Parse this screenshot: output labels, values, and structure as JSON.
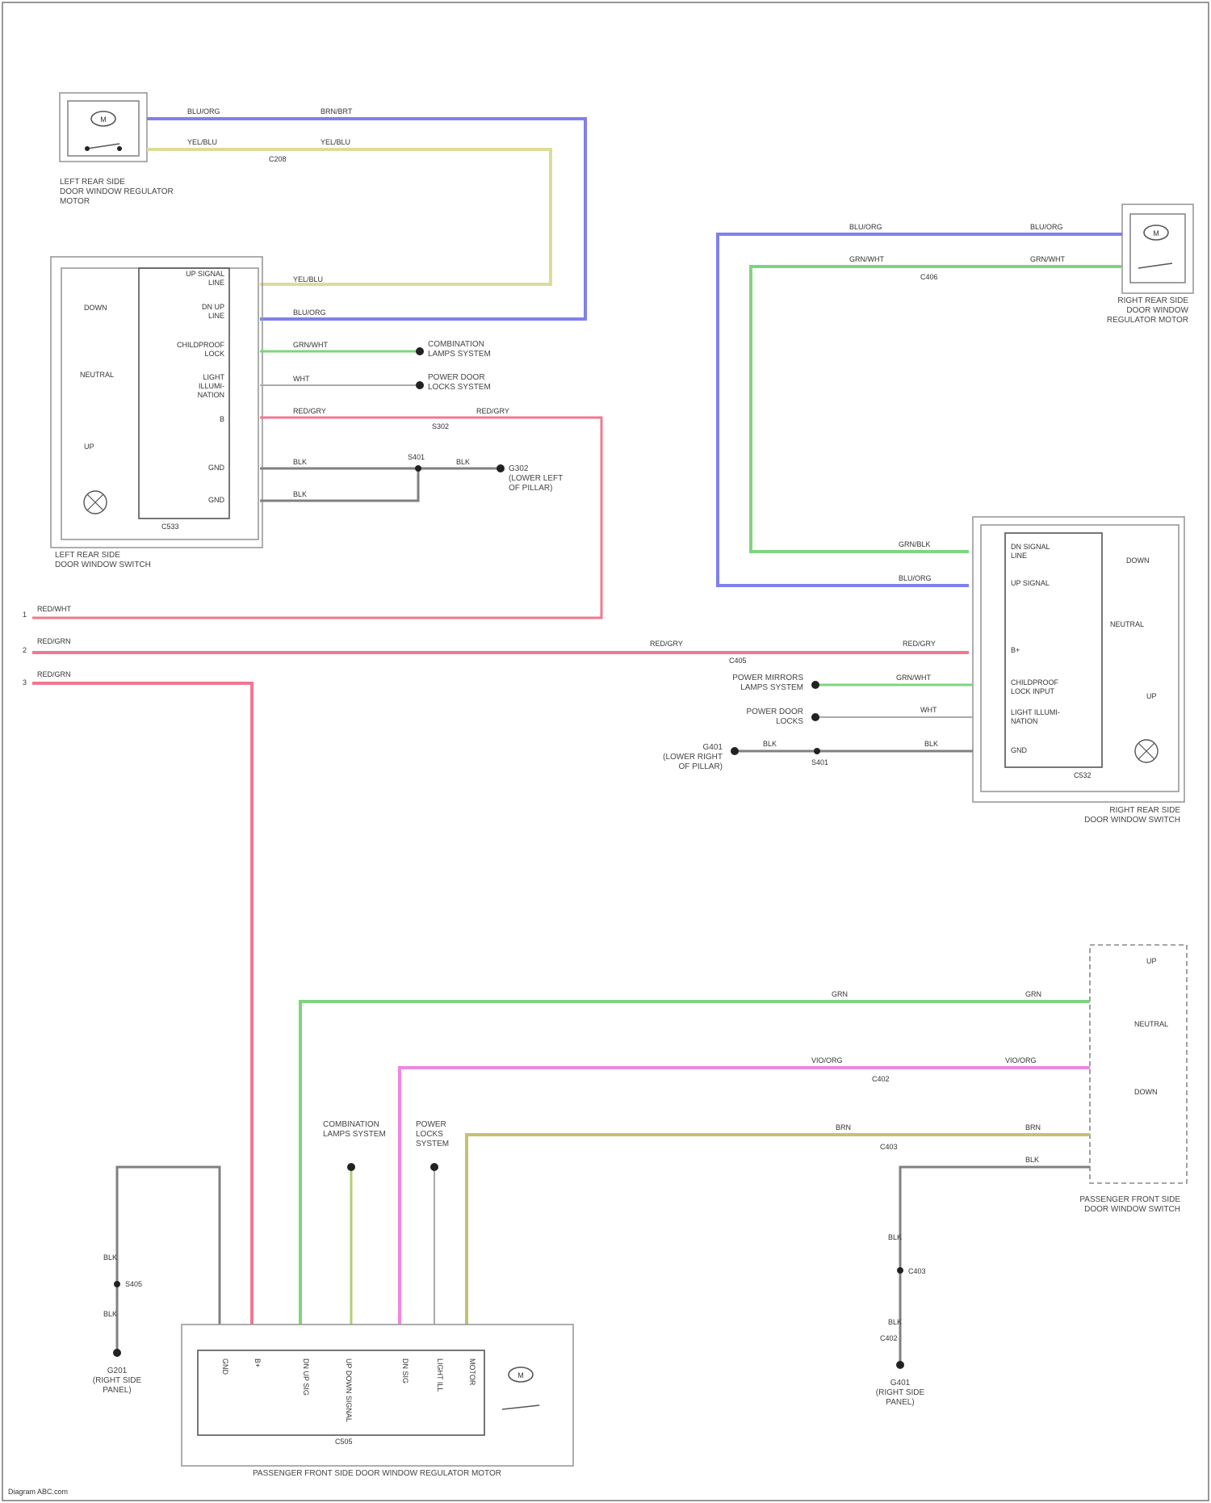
{
  "colors": {
    "blue": "#8080ee",
    "yellow": "#dcdc9a",
    "green": "#7fd47f",
    "red": "#f07890",
    "pink": "#ee88e0",
    "gray": "#808080",
    "olive": "#c8c070",
    "olive_green": "#b0d070",
    "white_wire": "#aaaaaa"
  },
  "components": {
    "lr_motor": {
      "name": "LEFT REAR SIDE\nDOOR WINDOW REGULATOR\nMOTOR"
    },
    "lr_switch": {
      "name": "LEFT REAR SIDE\nDOOR WINDOW SWITCH",
      "conn": "C533",
      "pins": [
        "UP SIGNAL\nLINE",
        "DN UP\nLINE",
        "CHILDPROOF\nLOCK",
        "LIGHT\nILLUMI-\nNATION",
        "B",
        "GND",
        "GND"
      ],
      "switch_labels": [
        "DOWN",
        "NEUTRAL",
        "UP"
      ]
    },
    "rr_motor": {
      "name": "RIGHT REAR SIDE\nDOOR WINDOW\nREGULATOR MOTOR"
    },
    "rr_switch": {
      "name": "RIGHT REAR SIDE\nDOOR WINDOW SWITCH",
      "conn": "C532",
      "pins": [
        "DN SIGNAL\nLINE",
        "UP SIGNAL",
        "B+",
        "CHILDPROOF\nLOCK INPUT",
        "LIGHT ILLUMI-\nNATION",
        "GND"
      ],
      "switch_labels": [
        "DOWN",
        "NEUTRAL",
        "UP"
      ]
    },
    "pf_switch": {
      "name": "PASSENGER FRONT SIDE\nDOOR WINDOW SWITCH",
      "switch_labels": [
        "UP",
        "NEUTRAL",
        "DOWN"
      ]
    },
    "pf_motor": {
      "name": "PASSENGER FRONT SIDE DOOR WINDOW REGULATOR MOTOR",
      "conn": "C505",
      "pins": [
        "GND",
        "B+",
        "DN UP SIG",
        "UP DOWN\nSIGNAL",
        "DN SIG",
        "LIGHT ILL",
        "MOTOR"
      ]
    }
  },
  "wires": {
    "lr_top1": "BLU/ORG",
    "lr_top1b": "BRN/BRT",
    "lr_top2": "YEL/BLU",
    "lr_top2b": "YEL/BLU",
    "lr_p1": "YEL/BLU",
    "lr_p2": "BLU/ORG",
    "lr_p3": "GRN/WHT",
    "lr_p4": "WHT",
    "lr_p5": "RED/GRY",
    "lr_p5b": "RED/GRY",
    "lr_p6": "BLK",
    "lr_p6b": "BLK",
    "lr_p7": "BLK",
    "rr_top1": "BLU/ORG",
    "rr_top1b": "BLU/ORG",
    "rr_top2": "GRN/WHT",
    "rr_top2b": "GRN/WHT",
    "rr_p1": "GRN/BLK",
    "rr_p2": "BLU/ORG",
    "rr_p3": "RED/GRY",
    "rr_p3b": "RED/GRY",
    "rr_p4": "GRN/WHT",
    "rr_p5": "WHT",
    "rr_p6": "BLK",
    "rr_p6b": "BLK",
    "left_w1": "RED/WHT",
    "left_w2": "RED/GRN",
    "left_w3": "RED/GRN",
    "pf_w1": "GRN",
    "pf_w1b": "GRN",
    "pf_w2": "VIO/ORG",
    "pf_w2b": "VIO/ORG",
    "pf_w3": "BRN",
    "pf_w3b": "BRN",
    "pf_w4": "BLK",
    "gnd_l_a": "BLK",
    "gnd_l_b": "BLK",
    "gnd_r_a": "BLK",
    "gnd_r_b": "BLK"
  },
  "refs": {
    "lr_ill": "COMBINATION\nLAMPS SYSTEM",
    "lr_lock": "POWER DOOR\nLOCKS SYSTEM",
    "lr_ground": "G302\n(LOWER LEFT\nOF PILLAR)",
    "rr_ill": "POWER MIRRORS\nLAMPS SYSTEM",
    "rr_lock": "POWER DOOR\nLOCKS",
    "rr_ground": "G401\n(LOWER RIGHT\nOF PILLAR)",
    "pf_comb": "COMBINATION\nLAMPS SYSTEM",
    "pf_lock": "POWER\nLOCKS\nSYSTEM",
    "gnd_left": "G201\n(RIGHT SIDE\nPANEL)",
    "gnd_right": "G401\n(RIGHT SIDE\nPANEL)"
  },
  "connectors": {
    "c1": "C208",
    "c2": "C406",
    "c3": "C403",
    "c4": "C402",
    "c5": "S405",
    "c6": "C405",
    "c7": "S401",
    "c8": "C402",
    "c9": "C403",
    "c10": "S302",
    "c11": "S401"
  },
  "footer": "Diagram ABC.com"
}
